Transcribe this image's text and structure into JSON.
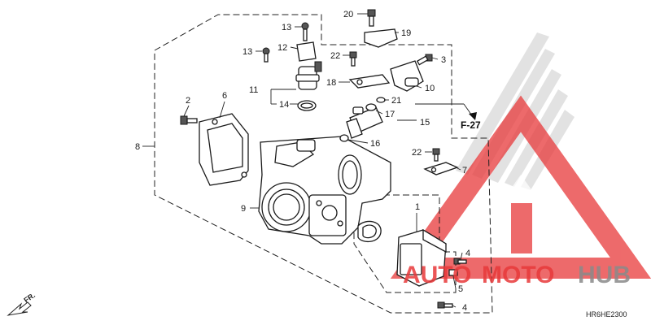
{
  "diagram": {
    "callouts": [
      "1",
      "2",
      "3",
      "4",
      "4",
      "5",
      "6",
      "7",
      "8",
      "9",
      "10",
      "11",
      "12",
      "13",
      "13",
      "14",
      "15",
      "16",
      "17",
      "18",
      "19",
      "20",
      "21",
      "22",
      "22"
    ],
    "reference": "F-27",
    "direction_label": "FR.",
    "diagram_code": "HR6HE2300"
  },
  "watermark": {
    "text_left": "AUTO",
    "text_mid": "MOTO",
    "text_right": "HUB",
    "color_red": "#e8393a",
    "color_grey": "#8a8a8a"
  }
}
